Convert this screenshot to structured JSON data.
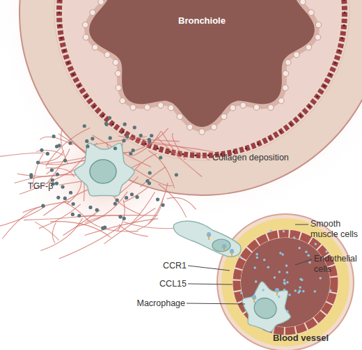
{
  "diagram": {
    "nodes": [
      {
        "text": [
          "Bronchiole"
        ]
      },
      {
        "text": [
          "Blood vessel"
        ]
      }
    ],
    "labels": [
      "Collagen deposition",
      "TGF-β",
      "Smooth muscle cells",
      "Endothelial cells",
      "CCR1",
      "CCL15",
      "Macrophage"
    ]
  }
}
